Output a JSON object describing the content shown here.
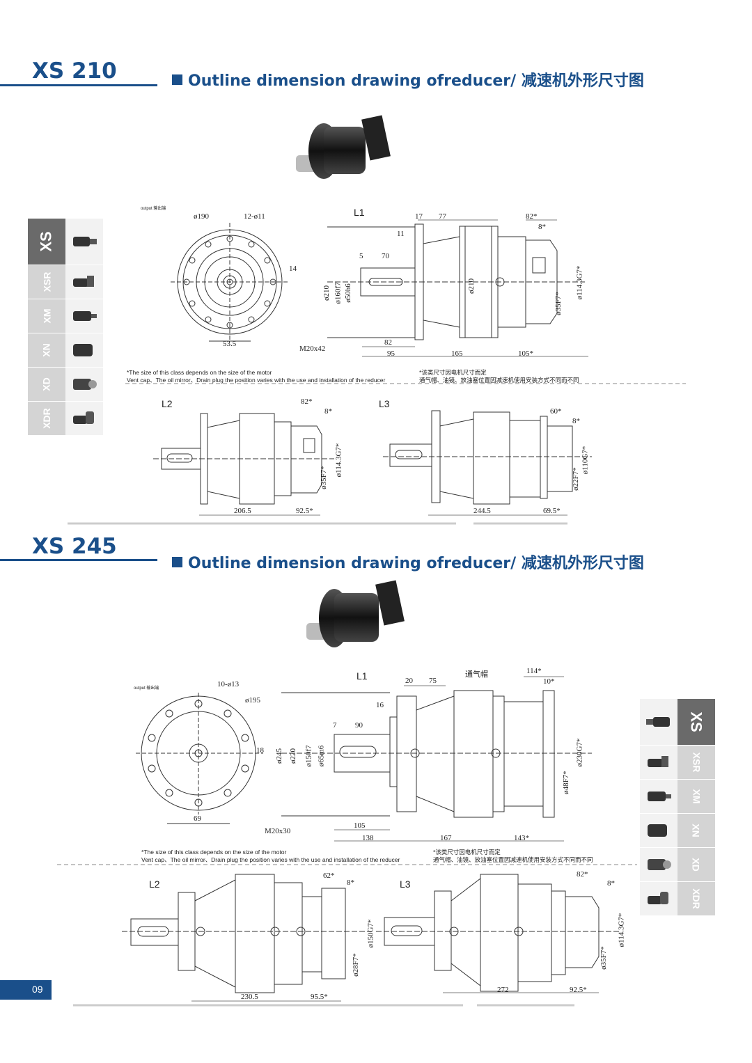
{
  "colors": {
    "accent": "#1a4f8a",
    "tab_active": "#6a6a6a",
    "tab_idle": "#d4d4d4"
  },
  "tabs": [
    "XS",
    "XSR",
    "XM",
    "XN",
    "XD",
    "XDR"
  ],
  "common": {
    "heading": "Outline dimension drawing ofreducer/ 减速机外形尺寸图",
    "output_label": "output 输出端",
    "note_en_1": "*The size of this class depends on the size of the motor",
    "note_en_2": "Vent cap、The oil mirror、Drain plug the position varies with the use and installation of the reducer",
    "note_cn_1": "*该类尺寸因电机尺寸而定",
    "note_cn_2": "通气帽、油镜、放油塞位置因减速机使用安装方式不同而不同",
    "view_l1": "L1",
    "view_l2": "L2",
    "view_l3": "L3"
  },
  "xs210": {
    "title": "XS 210",
    "front": {
      "d1": "ø190",
      "holes": "12-ø11",
      "key": "14",
      "w": "53.5"
    },
    "l1": {
      "a": "17",
      "b": "77",
      "c": "82*",
      "d": "8*",
      "e": "11",
      "f": "5",
      "g": "70",
      "h": "ø210",
      "i": "ø160f7",
      "j": "ø50h6",
      "k": "ø210",
      "l": "ø114.3G7*",
      "m": "ø35F7*",
      "n": "M20x42",
      "o": "82",
      "p": "95",
      "q": "165",
      "r": "105*"
    },
    "l2": {
      "a": "82*",
      "b": "8*",
      "c": "ø114.3G7*",
      "d": "ø35F7*",
      "e": "206.5",
      "f": "92.5*"
    },
    "l3": {
      "a": "60*",
      "b": "8*",
      "c": "ø110G7*",
      "d": "ø22F7*",
      "e": "244.5",
      "f": "69.5*"
    }
  },
  "xs245": {
    "title": "XS 245",
    "front": {
      "holes": "10-ø13",
      "d1": "ø195",
      "key": "18",
      "w": "69"
    },
    "l1": {
      "vent": "通气帽",
      "a": "20",
      "b": "75",
      "c": "114*",
      "d": "10*",
      "e": "16",
      "f": "7",
      "g": "90",
      "h": "ø245",
      "i": "ø220",
      "j": "ø150f7",
      "k": "ø65m6",
      "l": "ø230G7*",
      "m": "ø48F7*",
      "n": "M20x30",
      "o": "105",
      "p": "138",
      "q": "167",
      "r": "143*"
    },
    "l2": {
      "a": "62*",
      "b": "8*",
      "c": "ø150G7*",
      "d": "ø28F7*",
      "e": "230.5",
      "f": "95.5*"
    },
    "l3": {
      "a": "82*",
      "b": "8*",
      "c": "ø114.3G7*",
      "d": "ø35F7*",
      "e": "272",
      "f": "92.5*"
    }
  },
  "page": {
    "number": "09"
  }
}
